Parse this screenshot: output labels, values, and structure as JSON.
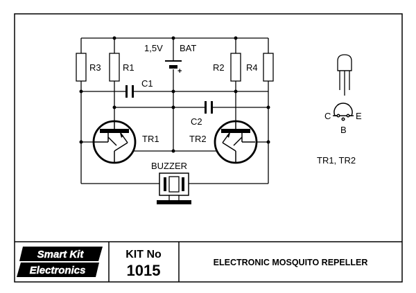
{
  "schematic": {
    "labels": {
      "battery_voltage": "1,5V",
      "battery": "BAT",
      "battery_polarity": "+",
      "r1": "R1",
      "r2": "R2",
      "r3": "R3",
      "r4": "R4",
      "c1": "C1",
      "c2": "C2",
      "tr1": "TR1",
      "tr2": "TR2",
      "buzzer": "BUZZER"
    }
  },
  "pinout": {
    "collector": "C",
    "emitter": "E",
    "base": "B",
    "caption": "TR1, TR2"
  },
  "title_block": {
    "logo_line1": "Smart Kit",
    "logo_line2": "Electronics",
    "kit_label": "KIT No",
    "kit_number": "1015",
    "title": "ELECTRONIC MOSQUITO REPELLER"
  }
}
